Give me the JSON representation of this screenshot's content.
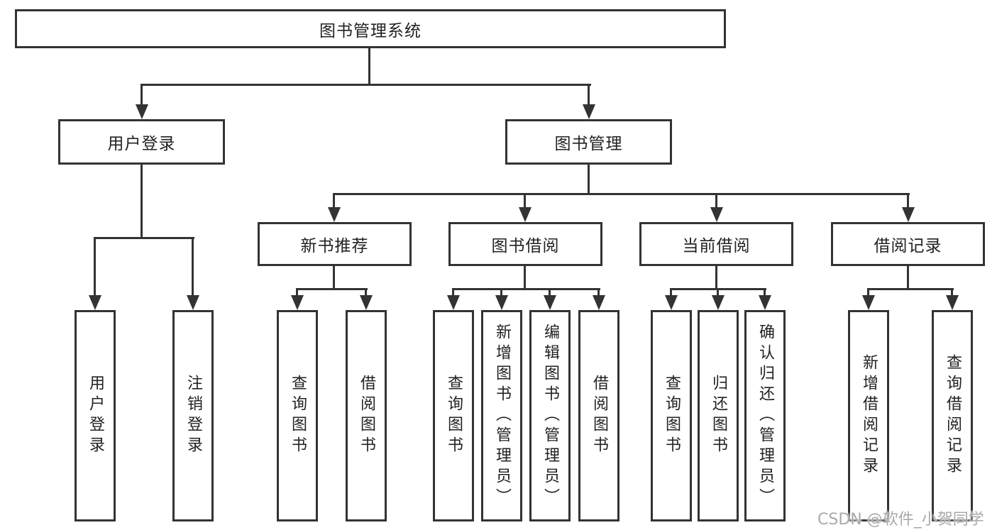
{
  "tree": {
    "root_label": "图书管理系统",
    "level2": [
      {
        "label": "用户登录"
      },
      {
        "label": "图书管理"
      }
    ],
    "level3": [
      {
        "label": "新书推荐"
      },
      {
        "label": "图书借阅"
      },
      {
        "label": "当前借阅"
      },
      {
        "label": "借阅记录"
      }
    ],
    "leaves": {
      "user": [
        "用户登录",
        "注销登录"
      ],
      "recommend": [
        "查询图书",
        "借阅图书"
      ],
      "borrow": [
        "查询图书",
        "新增图书（管理员）",
        "编辑图书（管理员）",
        "借阅图书"
      ],
      "current": [
        "查询图书",
        "归还图书",
        "确认归还（管理员）"
      ],
      "record": [
        "新增借阅记录",
        "查询借阅记录"
      ]
    }
  },
  "watermark": {
    "text": "CSDN @软件_小贺同学"
  },
  "colors": {
    "line": "#333333",
    "text": "#222222",
    "background": "#ffffff",
    "watermark": "#a9a9a9"
  }
}
